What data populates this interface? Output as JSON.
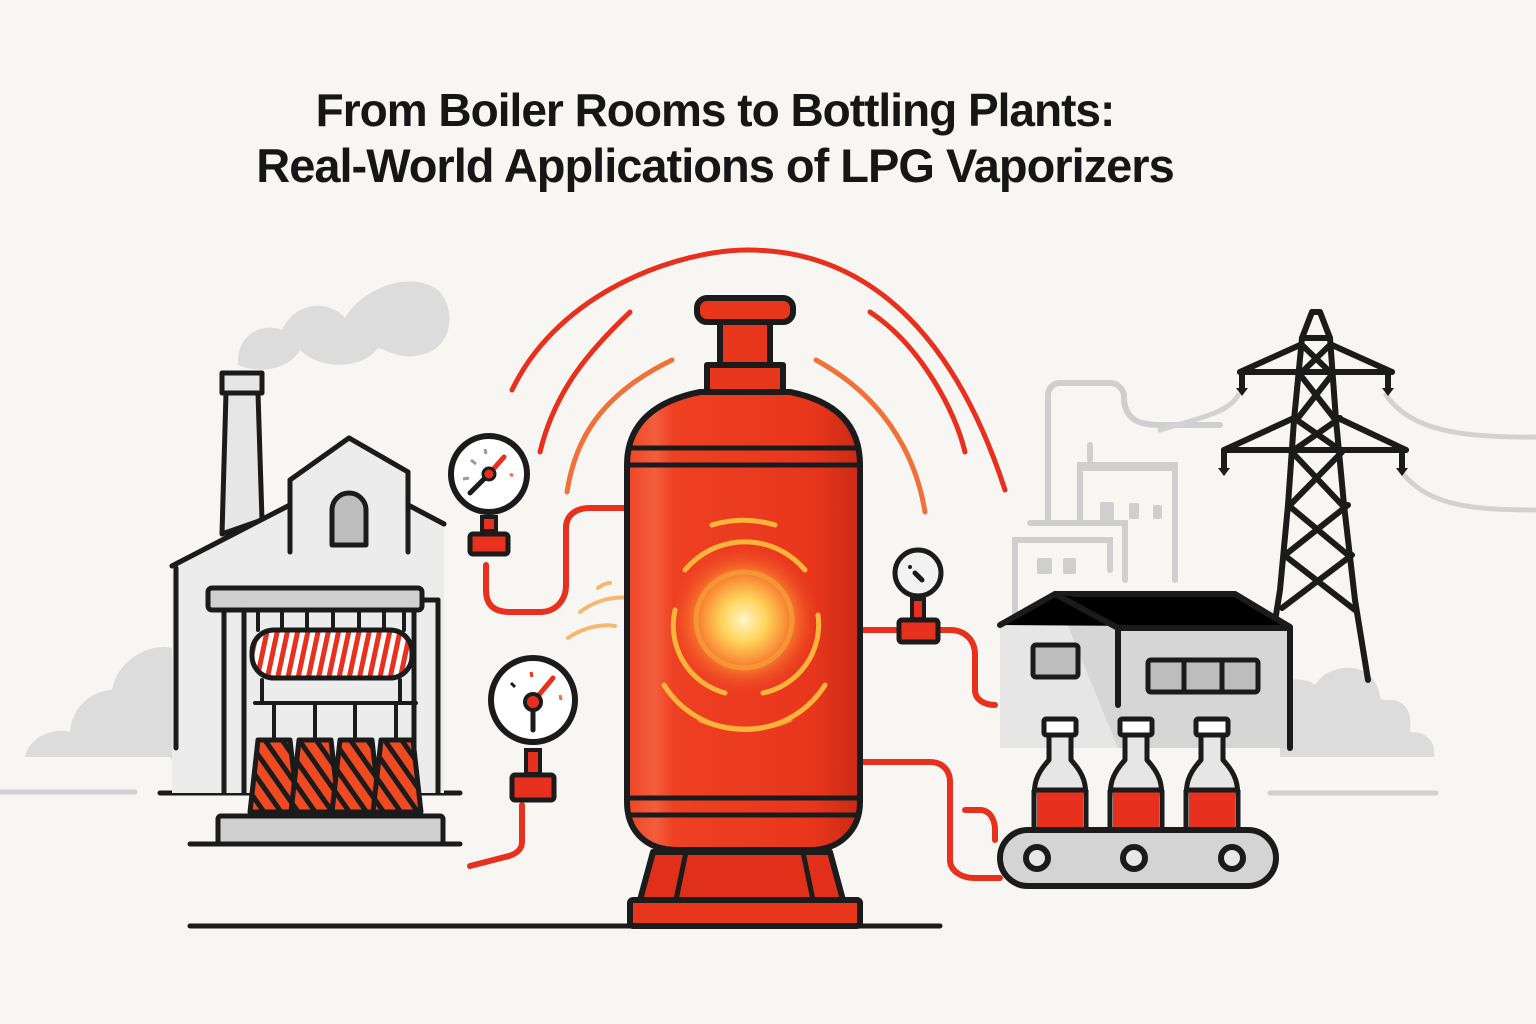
{
  "title": {
    "line1": "From Boiler Rooms to Bottling Plants:",
    "line2": "Real-World Applications of LPG Vaporizers"
  },
  "palette": {
    "background": "#f8f6f3",
    "outline": "#1b1b1b",
    "accent_red": "#e8301e",
    "accent_orange": "#f2823a",
    "glow_yellow": "#ffe48a",
    "grey_fill": "#d9d9d9",
    "grey_light": "#e8e8e8"
  },
  "illustration": {
    "left_scene": "boiler-room-factory",
    "center": "lpg-vaporizer-tank",
    "right_scene": "bottling-plant",
    "background_right": "power-transmission-tower",
    "gauges": [
      "pressure-gauge-upper-left",
      "pressure-gauge-lower-left",
      "pressure-gauge-right"
    ],
    "bottles_count": 3,
    "burners_count": 4
  }
}
